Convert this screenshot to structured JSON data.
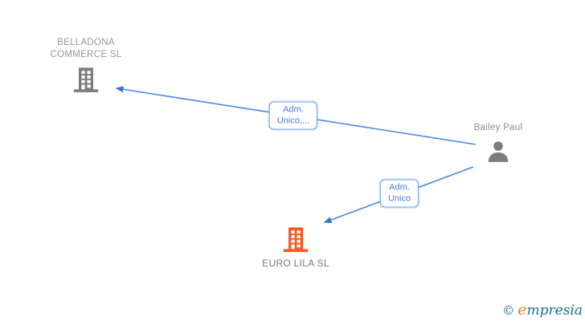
{
  "page": {
    "background_color": "#ffffff"
  },
  "diagram": {
    "nodes": [
      {
        "id": "belladona-commerce",
        "label": "BELLADONA COMMERCE SL",
        "type": "company",
        "icon": "building-icon",
        "icon_color": "#7d7d7d",
        "label_color": "#979797"
      },
      {
        "id": "bailey-paul",
        "label": "Bailey Paul",
        "type": "person",
        "icon": "person-icon",
        "icon_color": "#7d7d7d",
        "label_color": "#8c8c8c"
      },
      {
        "id": "euro-lila",
        "label": "EURO LILA SL",
        "type": "company",
        "icon": "building-icon",
        "icon_color": "#f75b22",
        "label_color": "#7a7a7a"
      }
    ],
    "edges": [
      {
        "id": "edge-1",
        "from": "Bailey Paul",
        "to": "BELLADONA COMMERCE SL",
        "label_line1": "Adm.",
        "label_line2": "Unico,...",
        "line_color": "#4a87e5",
        "arrow_color": "#3b6fd1",
        "label_text_color": "#4a7ad9",
        "label_border_color": "#7aa2ec"
      },
      {
        "id": "edge-2",
        "from": "Bailey Paul",
        "to": "EURO LILA SL",
        "label_line1": "Adm.",
        "label_line2": "Unico",
        "line_color": "#4a87e5",
        "arrow_color": "#3b6fd1",
        "label_text_color": "#4a7ad9",
        "label_border_color": "#7aa2ec"
      }
    ]
  },
  "watermark": {
    "copyright_symbol": "©",
    "brand_initial": "e",
    "brand_rest": "mpresia",
    "teal_color": "#16708e",
    "orange_color": "#ee7d1e"
  }
}
